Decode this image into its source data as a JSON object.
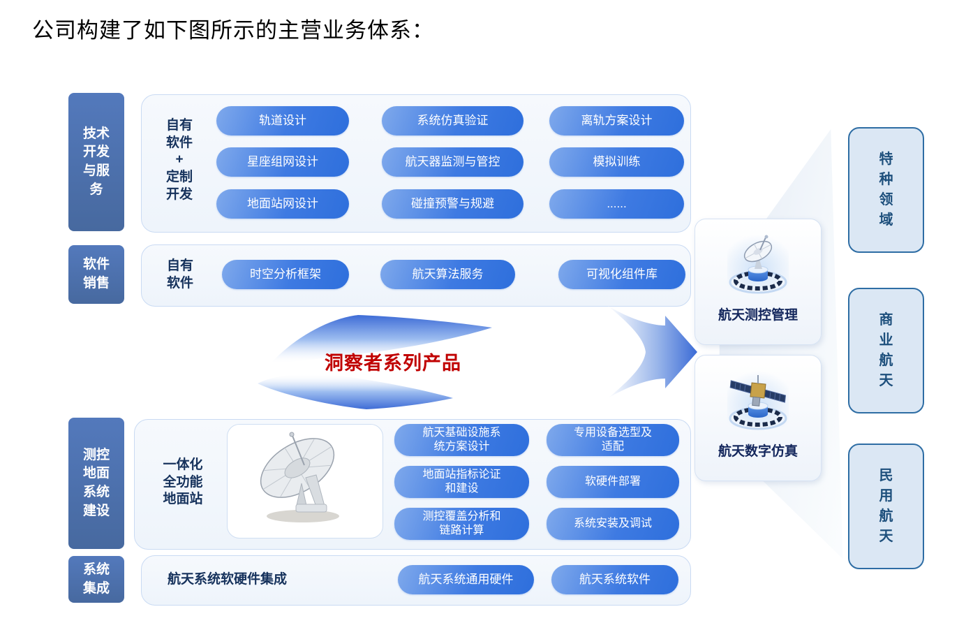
{
  "title": "公司构建了如下图所示的主营业务体系：",
  "colors": {
    "pill_gradient_start": "#7fa9ec",
    "pill_gradient_end": "#2e6fdc",
    "side_block_blue": "#4e73b4",
    "accent_red": "#c00000",
    "domain_border_blue": "#2e6da4",
    "label_navy": "#16325c"
  },
  "sections": {
    "tech": {
      "side_label": "技术\n开发\n与服\n务",
      "inner_label": "自有\n软件\n+\n定制\n开发",
      "pills": [
        "轨道设计",
        "系统仿真验证",
        "离轨方案设计",
        "星座组网设计",
        "航天器监测与管控",
        "模拟训练",
        "地面站网设计",
        "碰撞预警与规避",
        "......"
      ]
    },
    "software": {
      "side_label": "软件\n销售",
      "inner_label": "自有\n软件",
      "pills": [
        "时空分析框架",
        "航天算法服务",
        "可视化组件库"
      ]
    },
    "ground": {
      "side_label": "测控\n地面\n系统\n建设",
      "inner_label": "一体化\n全功能\n地面站",
      "image": "ground-station-dish-photo",
      "pills": [
        "航天基础设施系\n统方案设计",
        "专用设备选型及\n适配",
        "地面站指标论证\n和建设",
        "软硬件部署",
        "测控覆盖分析和\n链路计算",
        "系统安装及调试"
      ]
    },
    "integration": {
      "side_label": "系统\n集成",
      "inner_label": "航天系统软硬件集成",
      "pills": [
        "航天系统通用硬件",
        "航天系统软件"
      ]
    }
  },
  "center": {
    "label": "洞察者系列产品"
  },
  "products": [
    {
      "label": "航天测控管理",
      "icon": "satellite-dish-pedestal-icon"
    },
    {
      "label": "航天数字仿真",
      "icon": "satellite-pedestal-icon"
    }
  ],
  "domains": [
    {
      "label": "特\n种\n领\n域"
    },
    {
      "label": "商\n业\n航\n天"
    },
    {
      "label": "民\n用\n航\n天"
    }
  ]
}
